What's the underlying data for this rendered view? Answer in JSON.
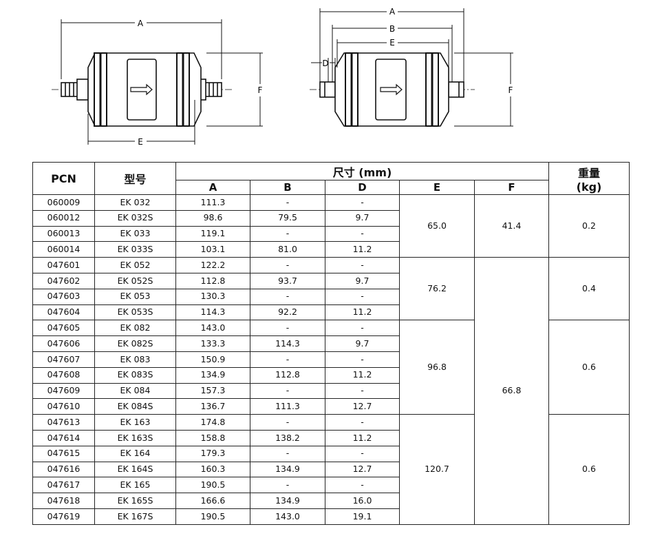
{
  "diagram_labels": {
    "left": {
      "A": "A",
      "E": "E",
      "F": "F"
    },
    "right": {
      "A": "A",
      "B": "B",
      "E": "E",
      "D": "D",
      "F": "F"
    }
  },
  "table": {
    "headers": {
      "pcn": "PCN",
      "model": "型号",
      "dimensions": "尺寸 (mm)",
      "dim_cols": [
        "A",
        "B",
        "D",
        "E",
        "F"
      ],
      "weight": "重量",
      "weight_unit": "(kg)"
    },
    "rows": [
      {
        "pcn": "060009",
        "model": "EK 032",
        "a": "111.3",
        "b": "-",
        "d": "-"
      },
      {
        "pcn": "060012",
        "model": "EK 032S",
        "a": "98.6",
        "b": "79.5",
        "d": "9.7"
      },
      {
        "pcn": "060013",
        "model": "EK 033",
        "a": "119.1",
        "b": "-",
        "d": "-"
      },
      {
        "pcn": "060014",
        "model": "EK 033S",
        "a": "103.1",
        "b": "81.0",
        "d": "11.2"
      },
      {
        "pcn": "047601",
        "model": "EK 052",
        "a": "122.2",
        "b": "-",
        "d": "-"
      },
      {
        "pcn": "047602",
        "model": "EK 052S",
        "a": "112.8",
        "b": "93.7",
        "d": "9.7"
      },
      {
        "pcn": "047603",
        "model": "EK 053",
        "a": "130.3",
        "b": "-",
        "d": "-"
      },
      {
        "pcn": "047604",
        "model": "EK 053S",
        "a": "114.3",
        "b": "92.2",
        "d": "11.2"
      },
      {
        "pcn": "047605",
        "model": "EK 082",
        "a": "143.0",
        "b": "-",
        "d": "-"
      },
      {
        "pcn": "047606",
        "model": "EK 082S",
        "a": "133.3",
        "b": "114.3",
        "d": "9.7"
      },
      {
        "pcn": "047607",
        "model": "EK 083",
        "a": "150.9",
        "b": "-",
        "d": "-"
      },
      {
        "pcn": "047608",
        "model": "EK 083S",
        "a": "134.9",
        "b": "112.8",
        "d": "11.2"
      },
      {
        "pcn": "047609",
        "model": "EK 084",
        "a": "157.3",
        "b": "-",
        "d": "-"
      },
      {
        "pcn": "047610",
        "model": "EK 084S",
        "a": "136.7",
        "b": "111.3",
        "d": "12.7"
      },
      {
        "pcn": "047613",
        "model": "EK 163",
        "a": "174.8",
        "b": "-",
        "d": "-"
      },
      {
        "pcn": "047614",
        "model": "EK 163S",
        "a": "158.8",
        "b": "138.2",
        "d": "11.2"
      },
      {
        "pcn": "047615",
        "model": "EK 164",
        "a": "179.3",
        "b": "-",
        "d": "-"
      },
      {
        "pcn": "047616",
        "model": "EK 164S",
        "a": "160.3",
        "b": "134.9",
        "d": "12.7"
      },
      {
        "pcn": "047617",
        "model": "EK 165",
        "a": "190.5",
        "b": "-",
        "d": "-"
      },
      {
        "pcn": "047618",
        "model": "EK 165S",
        "a": "166.6",
        "b": "134.9",
        "d": "16.0"
      },
      {
        "pcn": "047619",
        "model": "EK 167S",
        "a": "190.5",
        "b": "143.0",
        "d": "19.1"
      }
    ],
    "e_groups": [
      "65.0",
      "76.2",
      "96.8",
      "120.7"
    ],
    "f_groups": [
      "41.4",
      "66.8"
    ],
    "weight_groups": [
      "0.2",
      "0.4",
      "0.6",
      "0.6"
    ]
  }
}
